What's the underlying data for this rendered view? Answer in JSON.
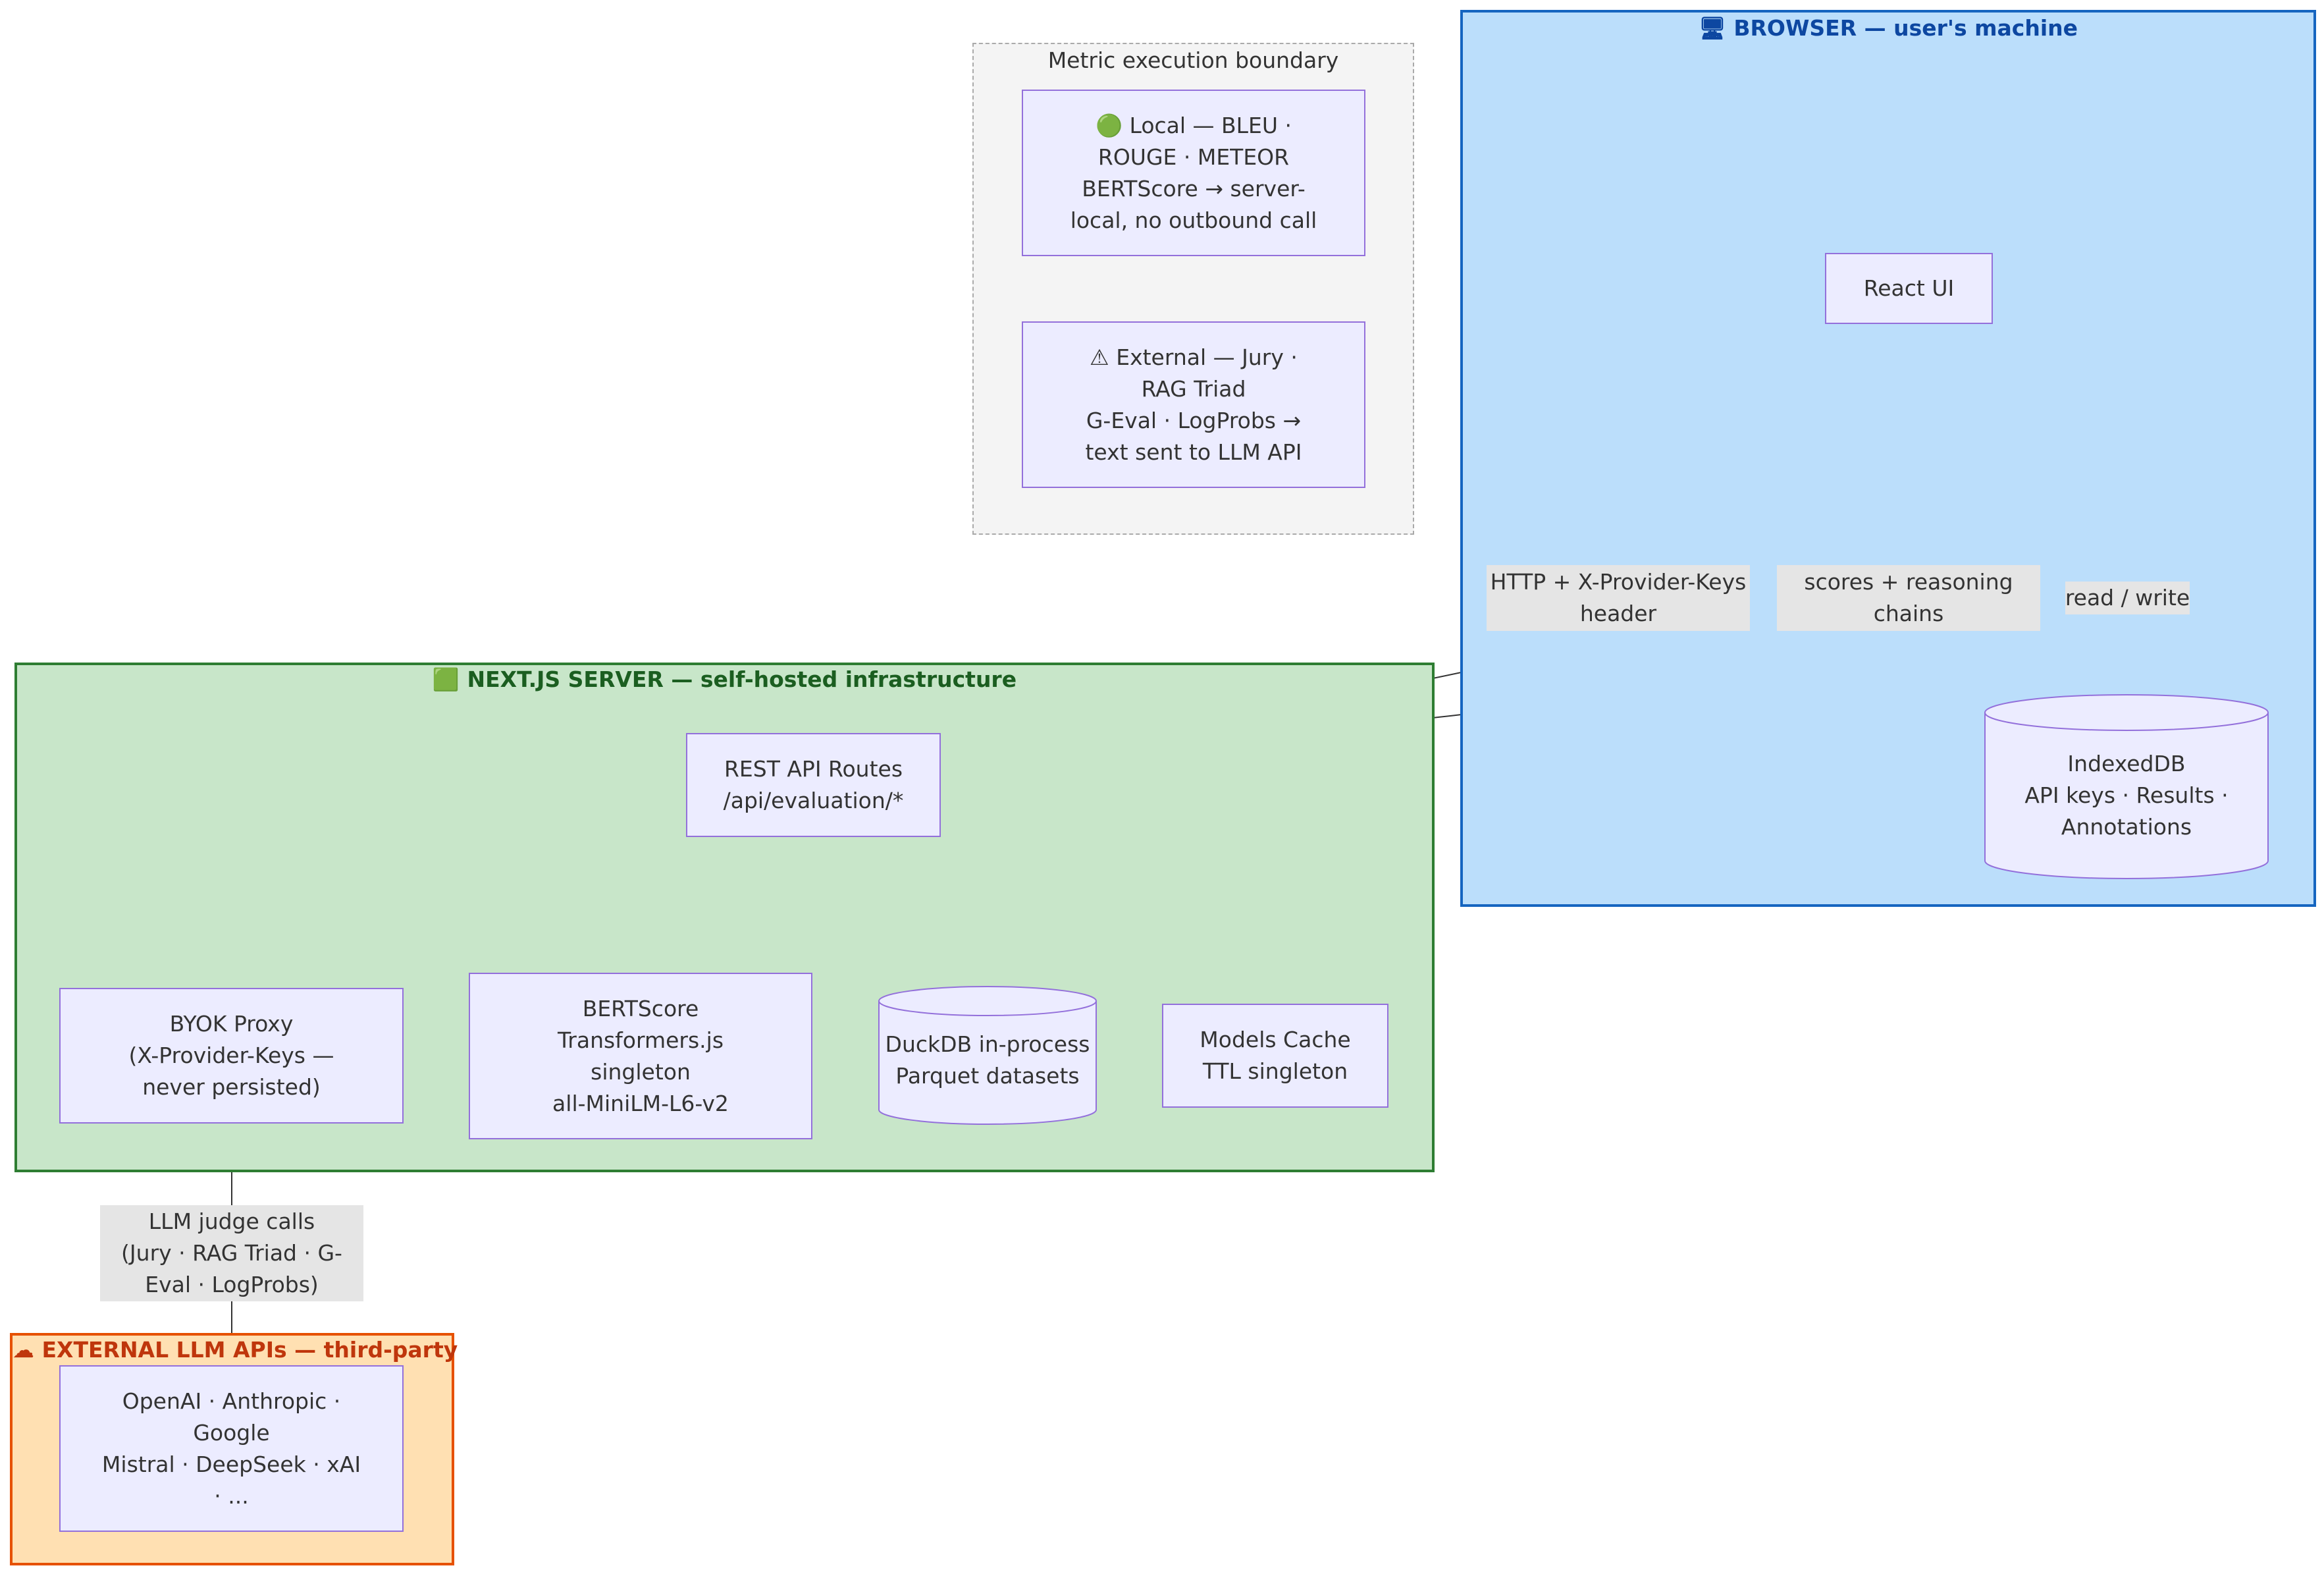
{
  "clusters": {
    "metric": {
      "title": "Metric execution boundary"
    },
    "browser": {
      "title": "🖥 BROWSER — user's machine"
    },
    "server": {
      "title": "🟩 NEXT.JS SERVER — self-hosted infrastructure"
    },
    "external": {
      "title": "☁ EXTERNAL LLM APIs — third-party"
    }
  },
  "nodes": {
    "local_metrics": {
      "lines": [
        "🟢 Local — BLEU ·",
        "ROUGE · METEOR",
        "BERTScore  →  server-",
        "local, no outbound call"
      ]
    },
    "external_metrics": {
      "lines": [
        "⚠  External — Jury ·",
        "RAG Triad",
        "G-Eval · LogProbs  →",
        "text sent to LLM API"
      ]
    },
    "react_ui": {
      "lines": [
        "React UI"
      ]
    },
    "indexeddb": {
      "lines": [
        "IndexedDB",
        "API keys · Results ·",
        "Annotations"
      ]
    },
    "rest_api": {
      "lines": [
        "REST API Routes",
        "/api/evaluation/*"
      ]
    },
    "byok_proxy": {
      "lines": [
        "BYOK Proxy",
        "(X-Provider-Keys —",
        "never persisted)"
      ]
    },
    "bertscore": {
      "lines": [
        "BERTScore",
        "Transformers.js",
        "singleton",
        "all-MiniLM-L6-v2"
      ]
    },
    "duckdb": {
      "lines": [
        "DuckDB in-process",
        "Parquet datasets"
      ]
    },
    "models_cache": {
      "lines": [
        "Models Cache",
        "TTL singleton"
      ]
    },
    "llm_providers": {
      "lines": [
        "OpenAI · Anthropic ·",
        "Google",
        "Mistral · DeepSeek · xAI",
        "· ..."
      ]
    }
  },
  "edge_labels": {
    "http": {
      "lines": [
        "HTTP + X-Provider-Keys",
        "header"
      ]
    },
    "scores": {
      "lines": [
        "scores + reasoning",
        "chains"
      ]
    },
    "readwrite": {
      "lines": [
        "read / write"
      ]
    },
    "judge": {
      "lines": [
        "LLM judge calls",
        "(Jury · RAG Triad · G-",
        "Eval · LogProbs)"
      ]
    }
  },
  "colors": {
    "node_fill": "#ECECFF",
    "node_stroke": "#9370DB",
    "browser_fill": "#BBDEFB",
    "browser_stroke": "#1565C0",
    "browser_title": "#0D47A1",
    "server_fill": "#C8E6C9",
    "server_stroke": "#2E7D32",
    "server_title": "#1B5E20",
    "external_fill": "#FFE0B2",
    "external_stroke": "#E65100",
    "external_title": "#BF360C",
    "boundary_fill": "#F4F4F4",
    "boundary_stroke": "#AAAAAA",
    "edge": "#333333",
    "edge_label_bg": "#E5E5E5"
  }
}
